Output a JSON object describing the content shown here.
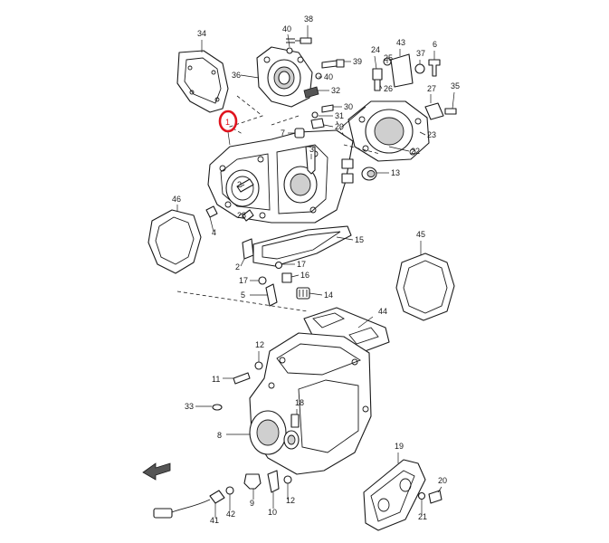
{
  "highlight": {
    "label": "1",
    "color": "#e0141e"
  },
  "callouts": [
    {
      "id": "2a",
      "label": "2"
    },
    {
      "id": "2b",
      "label": "2"
    },
    {
      "id": "3",
      "label": "3"
    },
    {
      "id": "4",
      "label": "4"
    },
    {
      "id": "5",
      "label": "5"
    },
    {
      "id": "6",
      "label": "6"
    },
    {
      "id": "7",
      "label": "7"
    },
    {
      "id": "8",
      "label": "8"
    },
    {
      "id": "9",
      "label": "9"
    },
    {
      "id": "10",
      "label": "10"
    },
    {
      "id": "11",
      "label": "11"
    },
    {
      "id": "12a",
      "label": "12"
    },
    {
      "id": "12b",
      "label": "12"
    },
    {
      "id": "13",
      "label": "13"
    },
    {
      "id": "14",
      "label": "14"
    },
    {
      "id": "15",
      "label": "15"
    },
    {
      "id": "16",
      "label": "16"
    },
    {
      "id": "17a",
      "label": "17"
    },
    {
      "id": "17b",
      "label": "17"
    },
    {
      "id": "18",
      "label": "18"
    },
    {
      "id": "19",
      "label": "19"
    },
    {
      "id": "20",
      "label": "20"
    },
    {
      "id": "21",
      "label": "21"
    },
    {
      "id": "22",
      "label": "22"
    },
    {
      "id": "23",
      "label": "23"
    },
    {
      "id": "24",
      "label": "24"
    },
    {
      "id": "25",
      "label": "25"
    },
    {
      "id": "26",
      "label": "26"
    },
    {
      "id": "27",
      "label": "27"
    },
    {
      "id": "28",
      "label": "28"
    },
    {
      "id": "29",
      "label": "29"
    },
    {
      "id": "30",
      "label": "30"
    },
    {
      "id": "31",
      "label": "31"
    },
    {
      "id": "32",
      "label": "32"
    },
    {
      "id": "33",
      "label": "33"
    },
    {
      "id": "34",
      "label": "34"
    },
    {
      "id": "35",
      "label": "35"
    },
    {
      "id": "36",
      "label": "36"
    },
    {
      "id": "37",
      "label": "37"
    },
    {
      "id": "38",
      "label": "38"
    },
    {
      "id": "39",
      "label": "39"
    },
    {
      "id": "40a",
      "label": "40"
    },
    {
      "id": "40b",
      "label": "40"
    },
    {
      "id": "41",
      "label": "41"
    },
    {
      "id": "42",
      "label": "42"
    },
    {
      "id": "43",
      "label": "43"
    },
    {
      "id": "44",
      "label": "44"
    },
    {
      "id": "45",
      "label": "45"
    },
    {
      "id": "46",
      "label": "46"
    }
  ],
  "front_arrow_icon": "front-arrow-icon"
}
